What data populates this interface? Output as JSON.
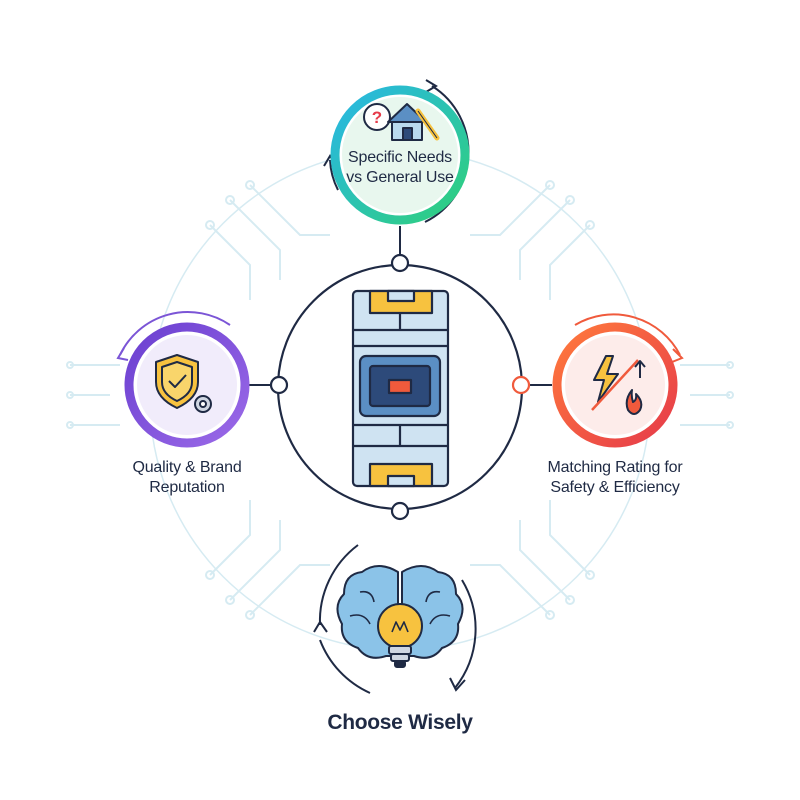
{
  "nodes": {
    "top": {
      "lines": [
        "Specific Needs",
        "vs General Use"
      ],
      "ring_color": "#2bbf8a",
      "icon": "house-with-tools-icon"
    },
    "left": {
      "lines": [
        "Quality & Brand",
        "Reputation"
      ],
      "ring_color": "#7b55d6",
      "icon": "shield-gear-icon"
    },
    "right": {
      "lines": [
        "Matching Rating for",
        "Safety & Efficiency"
      ],
      "ring_color": "#f05a3c",
      "icon": "lightning-fire-icon"
    },
    "bottom": {
      "title": "Choose Wisely",
      "icon": "brain-lightbulb-icon"
    }
  },
  "center": {
    "icon": "circuit-breaker-icon"
  },
  "colors": {
    "line": "#1f2a44",
    "circuit": "#cfe6ee",
    "green": "#2bbf8a",
    "purple": "#7b55d6",
    "red": "#f05a3c",
    "yellow": "#f7c23f",
    "blue_light": "#b9d9ee",
    "blue_mid": "#5b8fc4",
    "brain_blue": "#8bc3e8"
  }
}
